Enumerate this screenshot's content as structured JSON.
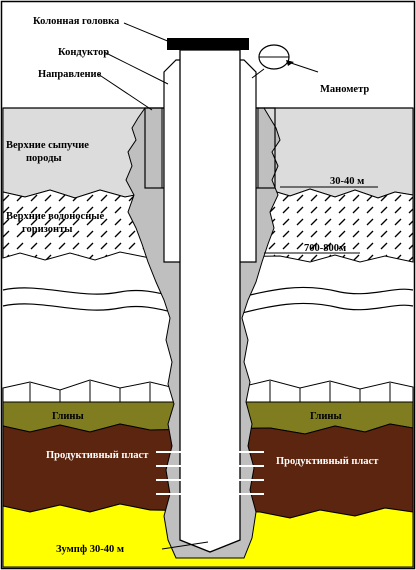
{
  "labels": {
    "wellhead": "Колонная головка",
    "conductor": "Кондуктор",
    "direction": "Направление",
    "manometer": "Манометр",
    "upper_loose_1": "Верхние сыпучие",
    "upper_loose_2": "породы",
    "depth_1": "30-40 м",
    "upper_aquifer_1": "Верхние водоносные",
    "upper_aquifer_2": "горизонты",
    "depth_2": "700-800м",
    "clay_left": "Глины",
    "clay_right": "Глины",
    "productive_left": "Продуктивный пласт",
    "productive_right": "Продуктивный пласт",
    "sump": "Зумпф 30-40 м"
  },
  "colors": {
    "clay": "#7f7d1f",
    "productive": "#5b250f",
    "sump_rock": "#ffff00",
    "loose_rock": "#dcdcdc",
    "cement": "#bfbfbf",
    "casing": "#ffffff",
    "wellhead": "#000000"
  }
}
